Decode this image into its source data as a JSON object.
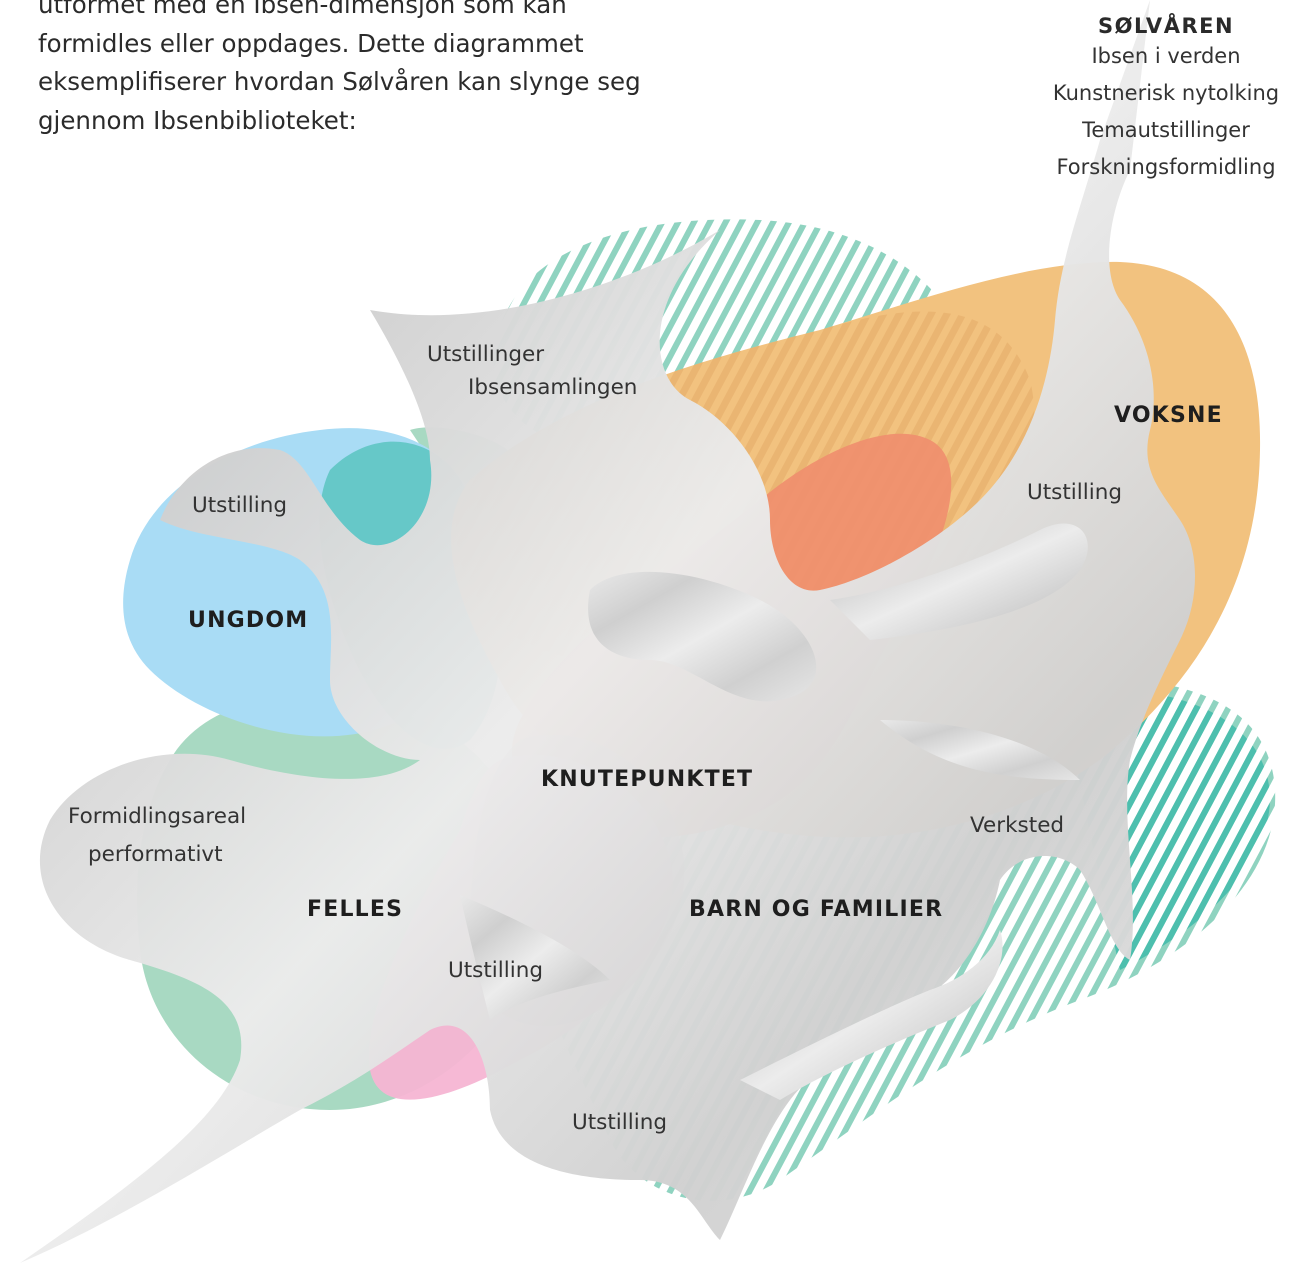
{
  "intro_lines": [
    "utformet med en Ibsen-dimensjon som kan",
    "formidles eller oppdages. Dette diagrammet",
    "eksemplifiserer hvordan Sølvåren kan slynge seg",
    "gjennom Ibsenbiblioteket:"
  ],
  "legend": {
    "title": "SØLVÅREN",
    "items": [
      "Ibsen i verden",
      "Kunstnerisk nytolking",
      "Temautstillinger",
      "Forskningsformidling"
    ]
  },
  "zones": {
    "voksne": "VOKSNE",
    "ungdom": "UNGDOM",
    "knutepunktet": "KNUTEPUNKTET",
    "felles": "FELLES",
    "barn": "BARN OG FAMILIER"
  },
  "labels": {
    "utstillinger": "Utstillinger",
    "ibsensamlingen": "Ibsensamlingen",
    "utstilling_ungdom": "Utstilling",
    "utstilling_voksne": "Utstilling",
    "formidlingsareal": "Formidlingsareal",
    "performativt": "performativt",
    "verksted": "Verksted",
    "utstilling_felles": "Utstilling",
    "utstilling_bottom": "Utstilling"
  },
  "colors": {
    "blue": "#a9dcf5",
    "teal_overlap": "#5ec5c3",
    "green": "#a8d9c2",
    "orange": "#f2c27f",
    "red": "#ef8e6e",
    "pink": "#f5b5d3",
    "stripe_a": "#8fd3c0",
    "stripe_b": "#3fb9ab",
    "silver": "#d8d8d8"
  }
}
